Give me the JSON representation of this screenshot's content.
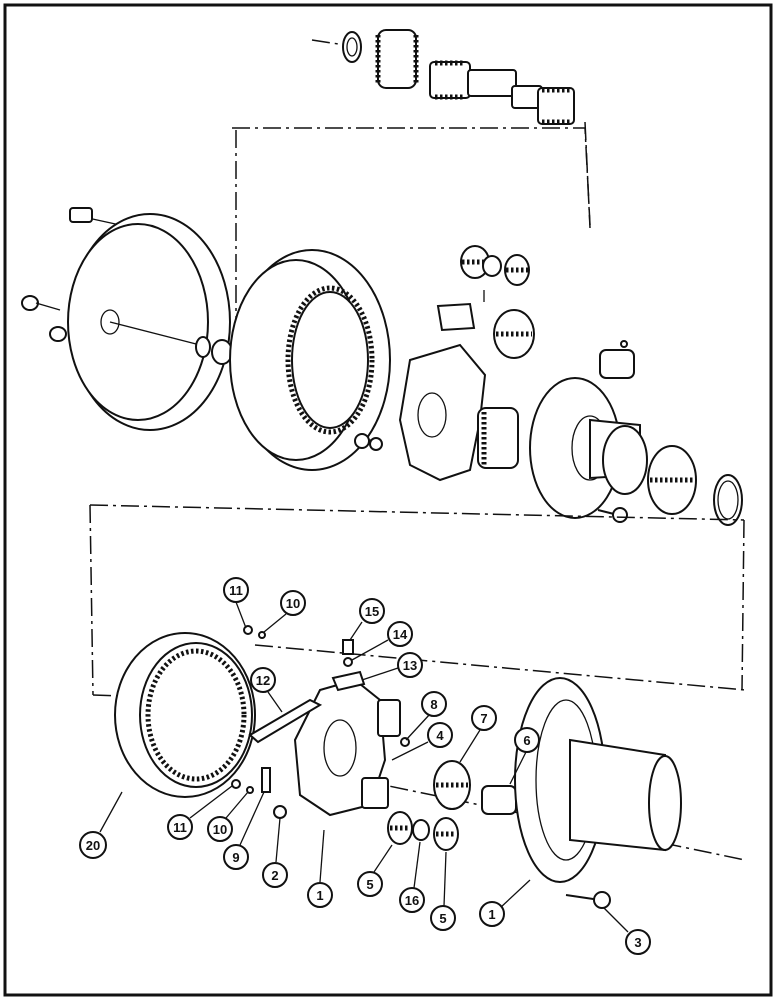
{
  "callouts": [
    {
      "id": "c11a",
      "label": "11"
    },
    {
      "id": "c10a",
      "label": "10"
    },
    {
      "id": "c15",
      "label": "15"
    },
    {
      "id": "c14",
      "label": "14"
    },
    {
      "id": "c13",
      "label": "13"
    },
    {
      "id": "c12",
      "label": "12"
    },
    {
      "id": "c8",
      "label": "8"
    },
    {
      "id": "c7",
      "label": "7"
    },
    {
      "id": "c4",
      "label": "4"
    },
    {
      "id": "c6",
      "label": "6"
    },
    {
      "id": "c20",
      "label": "20"
    },
    {
      "id": "c11b",
      "label": "11"
    },
    {
      "id": "c10b",
      "label": "10"
    },
    {
      "id": "c9",
      "label": "9"
    },
    {
      "id": "c2",
      "label": "2"
    },
    {
      "id": "c1a",
      "label": "1"
    },
    {
      "id": "c5a",
      "label": "5"
    },
    {
      "id": "c16",
      "label": "16"
    },
    {
      "id": "c5b",
      "label": "5"
    },
    {
      "id": "c1b",
      "label": "1"
    },
    {
      "id": "c3",
      "label": "3"
    }
  ]
}
